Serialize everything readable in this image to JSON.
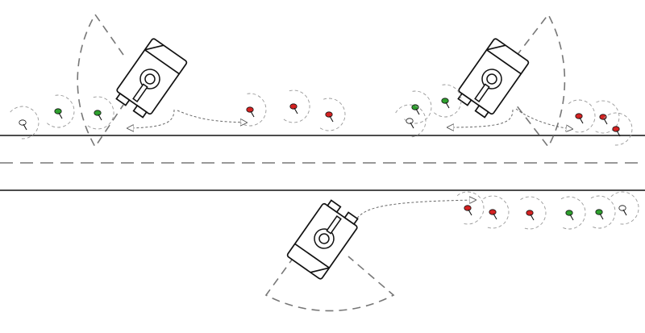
{
  "colors": {
    "hostile": "#d42222",
    "friendly": "#2ea02e",
    "neutral": "#ffffff",
    "road": "#111111",
    "sensor": "#777777"
  },
  "scene": {
    "lanes": 2,
    "vehicles": [
      {
        "name": "vehicle-left-upper",
        "icon": "armored-vehicle-icon"
      },
      {
        "name": "vehicle-right-upper",
        "icon": "armored-vehicle-icon"
      },
      {
        "name": "vehicle-lower",
        "icon": "armored-vehicle-icon"
      }
    ],
    "figures": [
      {
        "group": "upper-left",
        "status": "neutral"
      },
      {
        "group": "upper-left",
        "status": "friendly"
      },
      {
        "group": "upper-left",
        "status": "friendly"
      },
      {
        "group": "upper-center",
        "status": "hostile"
      },
      {
        "group": "upper-center",
        "status": "hostile"
      },
      {
        "group": "upper-center",
        "status": "hostile"
      },
      {
        "group": "upper-right-a",
        "status": "friendly"
      },
      {
        "group": "upper-right-a",
        "status": "friendly"
      },
      {
        "group": "upper-right-a",
        "status": "neutral"
      },
      {
        "group": "upper-right-b",
        "status": "hostile"
      },
      {
        "group": "upper-right-b",
        "status": "hostile"
      },
      {
        "group": "upper-right-b",
        "status": "hostile"
      },
      {
        "group": "lower-right",
        "status": "hostile"
      },
      {
        "group": "lower-right",
        "status": "hostile"
      },
      {
        "group": "lower-right",
        "status": "hostile"
      },
      {
        "group": "lower-right",
        "status": "friendly"
      },
      {
        "group": "lower-right",
        "status": "friendly"
      },
      {
        "group": "lower-right",
        "status": "neutral"
      }
    ]
  }
}
